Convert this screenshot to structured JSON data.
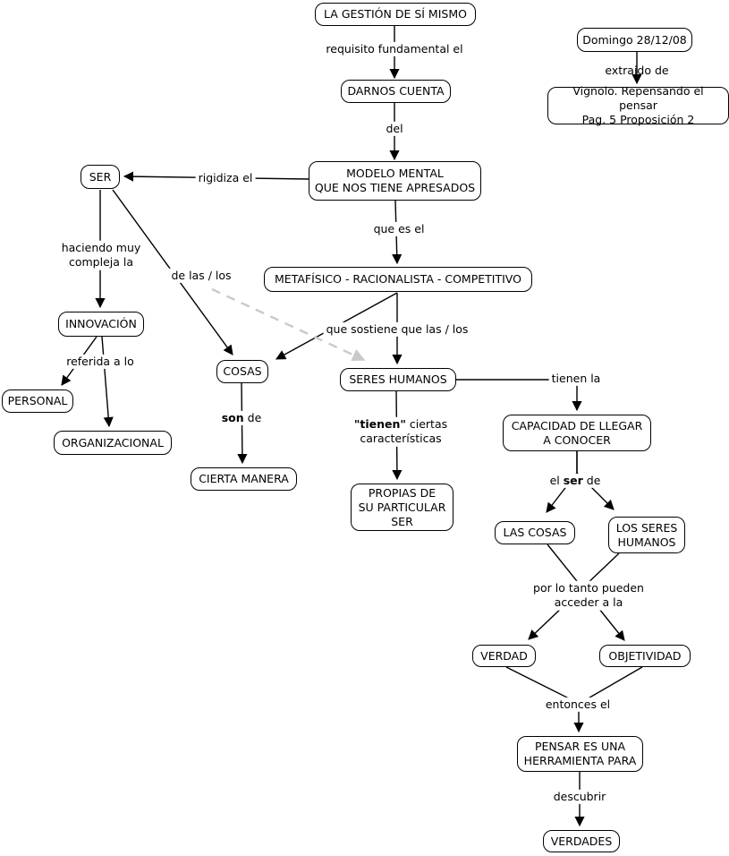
{
  "title": "Concept map: LA GESTIÓN DE SÍ MISMO",
  "colors": {
    "background": "#ffffff",
    "line": "#000000",
    "box_border": "#000000",
    "text": "#000000",
    "dashed_arrow": "#c9c9c9"
  },
  "nodes": {
    "gestion": "LA GESTIÓN DE SÍ MISMO",
    "fecha": "Domingo 28/12/08",
    "fuente": "Vignolo. Repensando el pensar\nPag. 5  Proposición 2",
    "darnos": "DARNOS CUENTA",
    "modelo": "MODELO MENTAL\nQUE NOS TIENE APRESADOS",
    "ser": "SER",
    "metafisico": "METAFÍSICO - RACIONALISTA - COMPETITIVO",
    "innovacion": "INNOVACIÓN",
    "personal": "PERSONAL",
    "organizacional": "ORGANIZACIONAL",
    "cosas": "COSAS",
    "cierta_manera": "CIERTA MANERA",
    "seres_humanos": "SERES HUMANOS",
    "propias": "PROPIAS DE\nSU PARTICULAR\nSER",
    "capacidad": "CAPACIDAD DE LLEGAR\nA CONOCER",
    "las_cosas": "LAS COSAS",
    "los_seres_humanos": "LOS SERES\nHUMANOS",
    "verdad": "VERDAD",
    "objetividad": "OBJETIVIDAD",
    "pensar": "PENSAR ES UNA\nHERRAMIENTA PARA",
    "verdades": "VERDADES"
  },
  "edge_labels": {
    "requisito": "requisito fundamental el",
    "del": "del",
    "extraido": "extraido de",
    "rigidiza": "rigidiza el",
    "que_es_el": "que es el",
    "haciendo": "haciendo muy\ncompleja la",
    "de_las_los": "de las / los",
    "que_sostiene": "que sostiene que las / los",
    "referida": "referida a lo",
    "son_de": {
      "bold": "son",
      "rest": " de"
    },
    "tienen_ciertas": {
      "bold": "\"tienen\"",
      "rest": " ciertas\ncaracterísticas"
    },
    "tienen_la": "tienen la",
    "el_ser_de": {
      "pre": "el ",
      "bold": "ser",
      "rest": " de"
    },
    "por_lo_tanto": "por lo tanto pueden acceder a la",
    "entonces": "entonces el",
    "descubrir": "descubrir"
  }
}
